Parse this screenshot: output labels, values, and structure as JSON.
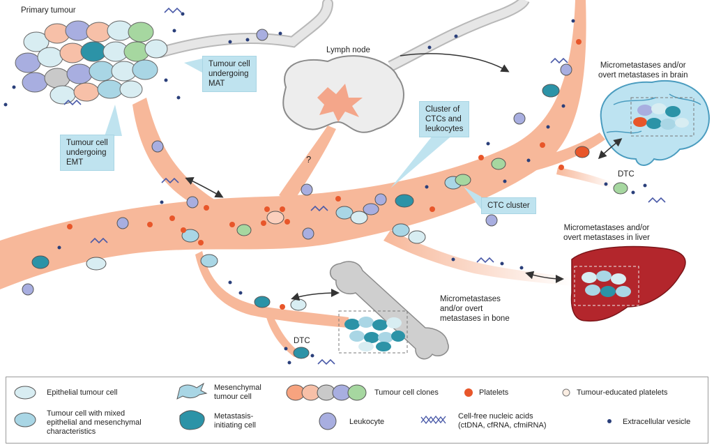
{
  "labels": {
    "primary_tumour": "Primary tumour",
    "lymph_node": "Lymph node",
    "question_mark": "?",
    "brain_title": "Micrometastases and/or\novert metastases in brain",
    "liver_title": "Micrometastases and/or\novert metastases in liver",
    "bone_title": "Micrometastases\nand/or overt\nmetastases in bone",
    "dtc_brain": "DTC",
    "dtc_bone": "DTC"
  },
  "callouts": {
    "mat": "Tumour cell\nundergoing\nMAT",
    "emt": "Tumour cell\nundergoing\nEMT",
    "ctc_leuko": "Cluster of\nCTCs and\nleukocytes",
    "ctc_cluster": "CTC cluster"
  },
  "legend": {
    "items": [
      {
        "icon": "epithelial-cell-icon",
        "text": "Epithelial tumour cell"
      },
      {
        "icon": "mesenchymal-cell-icon",
        "text": "Mesenchymal\ntumour cell"
      },
      {
        "icon": "clones-icon",
        "text": "Tumour cell clones"
      },
      {
        "icon": "platelet-icon",
        "text": "Platelets"
      },
      {
        "icon": "educated-platelet-icon",
        "text": "Tumour-educated platelets"
      },
      {
        "icon": "mixed-cell-icon",
        "text": "Tumour cell with mixed\nepithelial and mesenchymal\ncharacteristics"
      },
      {
        "icon": "metastasis-initiating-cell-icon",
        "text": "Metastasis-\ninitiating cell"
      },
      {
        "icon": "leukocyte-icon",
        "text": "Leukocyte"
      },
      {
        "icon": "nucleic-acid-icon",
        "text": "Cell-free nucleic acids\n(ctDNA, cfRNA, cfmiRNA)"
      },
      {
        "icon": "vesicle-icon",
        "text": "Extracellular vesicle"
      }
    ]
  },
  "colors": {
    "vessel": "#f7b89a",
    "lymph_vessel": "#e2e2e2",
    "platelet": "#e8562a",
    "leukocyte": "#a8aee0",
    "epithelial": "#d8edf2",
    "mesenchymal": "#a9d6e5",
    "initiating": "#2c93a7",
    "vesicle": "#2a3f7a",
    "callout": "#bfe3ef",
    "brain": "#bde3f1",
    "liver": "#b3262c"
  }
}
